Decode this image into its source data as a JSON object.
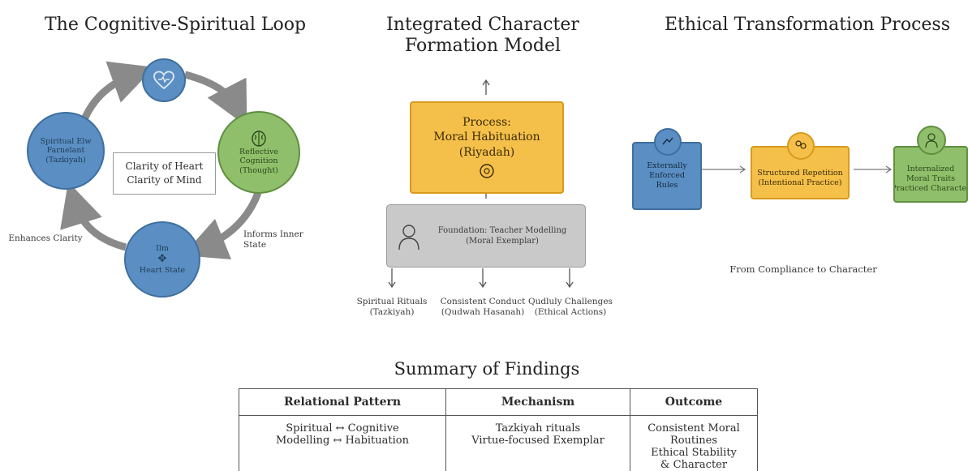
{
  "loop": {
    "title": "The Cognitive-Spiritual Loop",
    "top_icon": "heart-icon",
    "left_node": "Spiritual Elw Farnelant (Tazkiyah)",
    "right_node": "Reflective Cognition (Thought)",
    "bottom_node_top": "Ilm",
    "bottom_node_bottom": "Heart State",
    "center_line1": "Clarity of Heart",
    "center_line2": "Clarity of Mind",
    "left_label": "Enhances Clarity",
    "right_label_line1": "Informs Inner",
    "right_label_line2": "State",
    "colors": {
      "blue": "#5b8fc3",
      "green": "#8fbf6a",
      "arrow": "#8a8a8a"
    }
  },
  "model": {
    "title_line1": "Integrated Character",
    "title_line2": "Formation Model",
    "process_line1": "Process:",
    "process_line2": "Moral Habituation",
    "process_line3": "(Riyadah)",
    "foundation_line1": "Foundation: Teacher Modelling",
    "foundation_line2": "(Moral Exemplar)",
    "outputs": [
      {
        "line1": "Spiritual Rituals",
        "line2": "(Tazkiyah)"
      },
      {
        "line1": "Consistent Conduct",
        "line2": "(Qudwah Hasanah)"
      },
      {
        "line1": "Qudluly Challenges",
        "line2": "(Ethical Actions)"
      }
    ],
    "colors": {
      "process": "#f5c04a",
      "foundation": "#c9c9c9"
    }
  },
  "ethics": {
    "title": "Ethical Transformation Process",
    "steps": [
      {
        "line1": "Externally",
        "line2": "Enforced",
        "line3": "Rules"
      },
      {
        "line1": "Structured Repetition",
        "line2": "(Intentional Practice)",
        "line3": ""
      },
      {
        "line1": "Internalized",
        "line2": "Moral Traits",
        "line3": "Practiced Character"
      }
    ],
    "caption": "From Compliance to Character",
    "colors": {
      "step1": "#5b8fc3",
      "step2": "#f5c04a",
      "step3": "#8fbf6a"
    }
  },
  "summary": {
    "title": "Summary of Findings",
    "headers": [
      "Relational Pattern",
      "Mechanism",
      "Outcome"
    ],
    "rows": [
      [
        "Spiritual ↔ Cognitive",
        "Tazkiyah rituals",
        "Consistent Moral Routines"
      ],
      [
        "Modelling ↔ Habituation",
        "Virtue-focused Exemplar",
        "Ethical Stability & Character"
      ]
    ]
  }
}
